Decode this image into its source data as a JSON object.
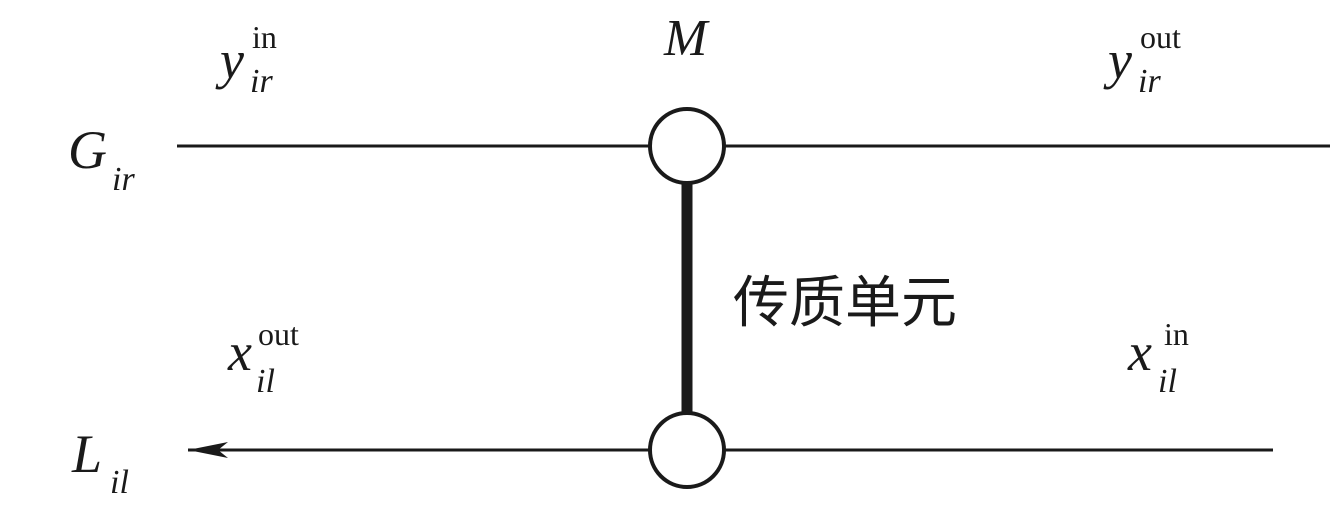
{
  "gas_stream": {
    "symbol": "G",
    "subscript": "ir"
  },
  "liquid_stream": {
    "symbol": "L",
    "subscript": "il"
  },
  "y_in": {
    "symbol": "y",
    "subscript": "ir",
    "superscript": "in"
  },
  "y_out": {
    "symbol": "y",
    "subscript": "ir",
    "superscript": "out"
  },
  "x_out": {
    "symbol": "x",
    "subscript": "il",
    "superscript": "out"
  },
  "x_in": {
    "symbol": "x",
    "subscript": "il",
    "superscript": "in"
  },
  "node_label": "M",
  "unit_label": "传质单元",
  "colors": {
    "stroke": "#1a1a1a",
    "background": "#ffffff"
  }
}
